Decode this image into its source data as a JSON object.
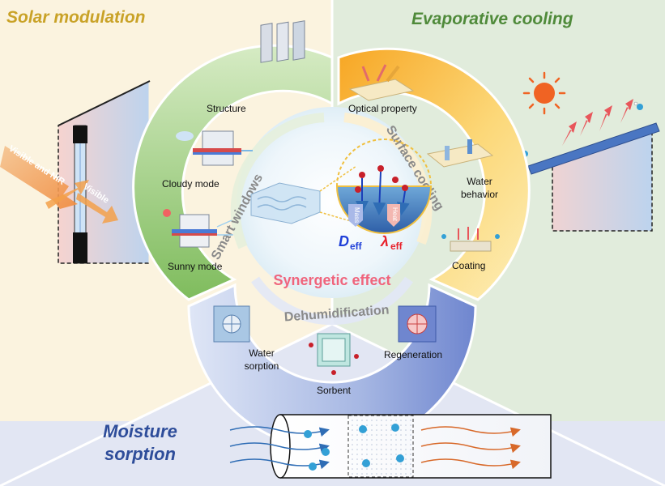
{
  "panels": {
    "solar": "Solar modulation",
    "evaporative": "Evaporative cooling",
    "moisture_line1": "Moisture",
    "moisture_line2": "sorption"
  },
  "left_building": {
    "ray_label_1": "Visible and NIR",
    "ray_label_2": "Visible"
  },
  "ring": {
    "smart_windows": "Smart windows",
    "surface_cooling": "Surface cooling",
    "dehumidification": "Dehumidification",
    "center": "Synergetic effect"
  },
  "smart_windows_items": {
    "structure": "Structure",
    "cloudy": "Cloudy mode",
    "sunny": "Sunny mode"
  },
  "surface_cooling_items": {
    "optical": "Optical property",
    "water_line1": "Water",
    "water_line2": "behavior",
    "coating": "Coating"
  },
  "dehumid_items": {
    "sorption_line1": "Water",
    "sorption_line2": "sorption",
    "sorbent": "Sorbent",
    "regeneration": "Regeneration"
  },
  "hydrogel": {
    "mass": "Mass",
    "heat": "Heat",
    "d_sym": "D",
    "d_sub": "eff",
    "l_sym": "λ",
    "l_sub": "eff"
  },
  "colors": {
    "solar_bg": "#fbf3df",
    "evap_bg": "#e1ecdc",
    "moist_bg": "#e2e6f3",
    "solar_title": "#c9a227",
    "evap_title": "#4f8a3a",
    "moist_title": "#2e4d9a",
    "synergy": "#f0647c",
    "d_eff": "#1f3fd8",
    "l_eff": "#e8202a"
  }
}
